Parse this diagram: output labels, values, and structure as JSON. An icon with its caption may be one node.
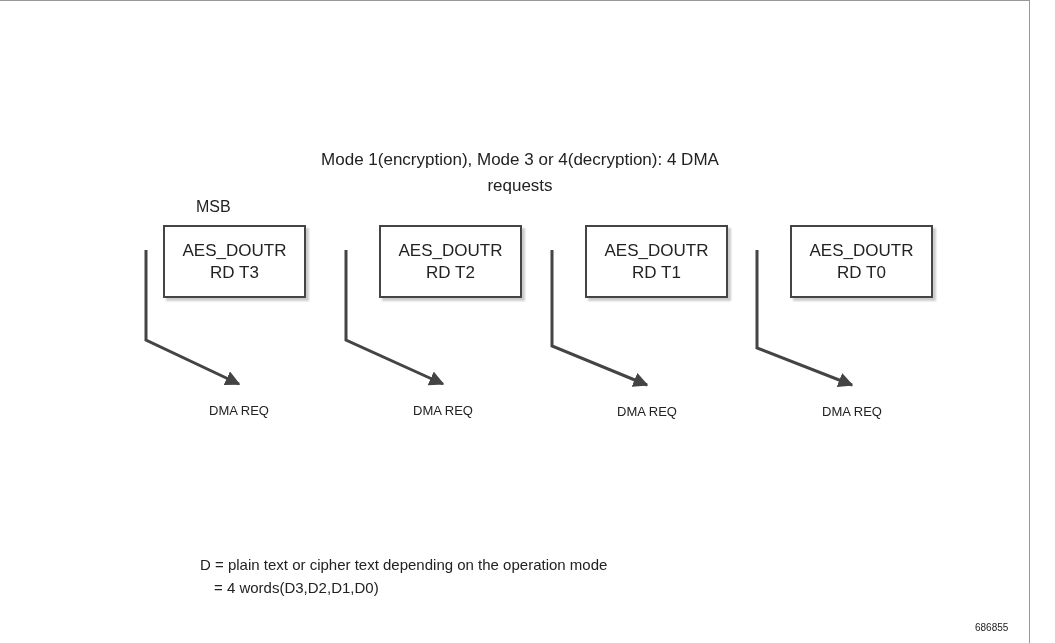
{
  "diagram": {
    "title": "Mode 1(encryption), Mode 3 or 4(decryption): 4 DMA requests",
    "nodes": [
      {
        "text": [
          "AES_DOUTR RD T3"
        ]
      },
      {
        "text": [
          "AES_DOUTR RD T2"
        ]
      },
      {
        "text": [
          "AES_DOUTR RD T1"
        ]
      },
      {
        "text": [
          "AES_DOUTR RD T0"
        ]
      },
      {
        "text": [
          "DMA REQ"
        ]
      },
      {
        "text": [
          "DMA REQ"
        ]
      },
      {
        "text": [
          "DMA REQ"
        ]
      },
      {
        "text": [
          "DMA REQ"
        ]
      }
    ],
    "edges": [
      {
        "from": null,
        "to": 4,
        "arrow": "to"
      },
      {
        "from": null,
        "to": 5,
        "arrow": "to"
      },
      {
        "from": null,
        "to": 6,
        "arrow": "to"
      },
      {
        "from": null,
        "to": 7,
        "arrow": "to"
      }
    ],
    "labels": [
      "MSB",
      "D = plain text or cipher text depending on the operation mode",
      "= 4 words(D3,D2,D1,D0)",
      "686855"
    ]
  }
}
